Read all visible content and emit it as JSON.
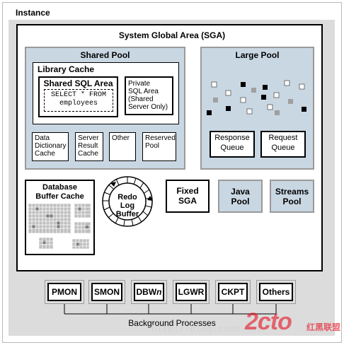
{
  "instance": {
    "label": "Instance"
  },
  "sga": {
    "title": "System Global Area (SGA)",
    "shared_pool": {
      "title": "Shared Pool",
      "library_cache": {
        "title": "Library Cache",
        "shared_sql_area": {
          "title": "Shared SQL Area",
          "code_line1": "SELECT * FROM",
          "code_line2": "employees"
        },
        "private_sql_area": {
          "line1": "Private",
          "line2": "SQL Area",
          "line3": "(Shared",
          "line4": "Server Only)"
        }
      },
      "components": [
        {
          "line1": "Data",
          "line2": "Dictionary",
          "line3": "Cache"
        },
        {
          "line1": "Server",
          "line2": "Result",
          "line3": "Cache"
        },
        {
          "line1": "Other"
        },
        {
          "line1": "Reserved",
          "line2": "Pool"
        }
      ]
    },
    "large_pool": {
      "title": "Large Pool",
      "response_queue": {
        "line1": "Response",
        "line2": "Queue"
      },
      "request_queue": {
        "line1": "Request",
        "line2": "Queue"
      }
    },
    "database_buffer_cache": {
      "line1": "Database",
      "line2": "Buffer Cache"
    },
    "redo_log_buffer": {
      "line1": "Redo",
      "line2": "Log",
      "line3": "Buffer"
    },
    "fixed_sga": {
      "line1": "Fixed",
      "line2": "SGA"
    },
    "java_pool": {
      "line1": "Java",
      "line2": "Pool"
    },
    "streams_pool": {
      "line1": "Streams",
      "line2": "Pool"
    }
  },
  "background_processes": {
    "label": "Background Processes",
    "items": [
      {
        "label": "PMON"
      },
      {
        "label": "SMON"
      },
      {
        "label": "DBWn",
        "prefix": "DBW",
        "suffix": "n"
      },
      {
        "label": "LGWR"
      },
      {
        "label": "CKPT"
      },
      {
        "label": "Others"
      }
    ]
  },
  "watermark": {
    "url": "http://blog.csdn.net/",
    "logo": "2cto",
    "logo_cn": "红黑联盟"
  },
  "colors": {
    "pool_blue": "#c9d7e3",
    "frame_gray": "#dcdcdc",
    "border": "#000000",
    "watermark_red": "#e60012"
  }
}
